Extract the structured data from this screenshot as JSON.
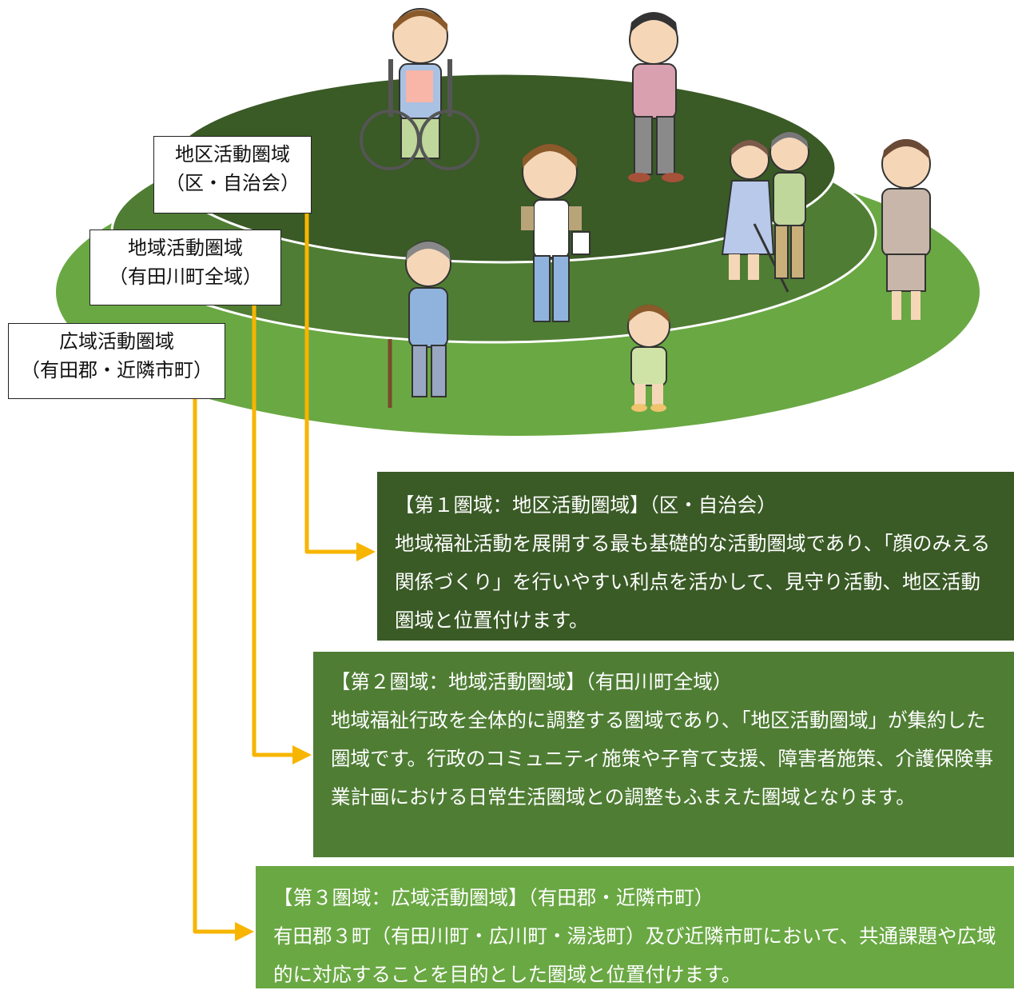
{
  "colors": {
    "level1": "#3a5a26",
    "level2": "#4f7d34",
    "level3": "#6aa843",
    "connector": "#f7b500",
    "ring_line": "#ffffff"
  },
  "labels": [
    {
      "name": "地区活動圏域",
      "sub": "（区・自治会）"
    },
    {
      "name": "地域活動圏域",
      "sub": "（有田川町全域）"
    },
    {
      "name": "広域活動圏域",
      "sub": "（有田郡・近隣市町）"
    }
  ],
  "descriptions": [
    {
      "title": "【第１圏域：地区活動圏域】（区・自治会）",
      "body": "地域福祉活動を展開する最も基礎的な活動圏域であり、「顔のみえる関係づくり」を行いやすい利点を活かして、見守り活動、地区活動圏域と位置付けます。"
    },
    {
      "title": "【第２圏域：地域活動圏域】（有田川町全域）",
      "body": "地域福祉行政を全体的に調整する圏域であり、「地区活動圏域」が集約した圏域です。行政のコミュニティ施策や子育て支援、障害者施策、介護保険事業計画における日常生活圏域との調整もふまえた圏域となります。"
    },
    {
      "title": "【第３圏域：広域活動圏域】（有田郡・近隣市町）",
      "body": "有田郡３町（有田川町・広川町・湯浅町）及び近隣市町において、共通課題や広域的に対応することを目的とした圏域と位置付けます。"
    }
  ],
  "figures": [
    {
      "icon": "wheelchair-user-icon"
    },
    {
      "icon": "standing-man-icon"
    },
    {
      "icon": "volunteer-woman-icon"
    },
    {
      "icon": "walking-pair-icon"
    },
    {
      "icon": "office-woman-icon"
    },
    {
      "icon": "elderly-man-cane-icon"
    },
    {
      "icon": "child-icon"
    }
  ]
}
